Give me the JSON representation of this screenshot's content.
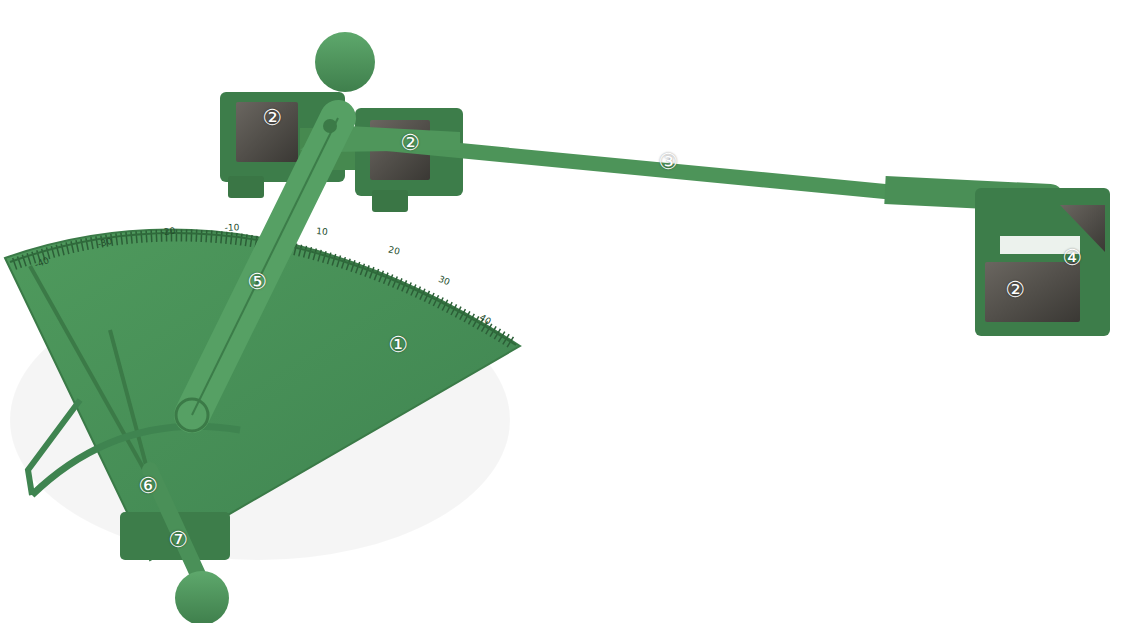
{
  "diagram": {
    "labels": [
      "②",
      "②",
      "③",
      "-40",
      "-30",
      "-20",
      "-10",
      "10",
      "20",
      "30",
      "40",
      "④",
      "②",
      "⑤",
      "①",
      "⑥",
      "⑦"
    ]
  }
}
